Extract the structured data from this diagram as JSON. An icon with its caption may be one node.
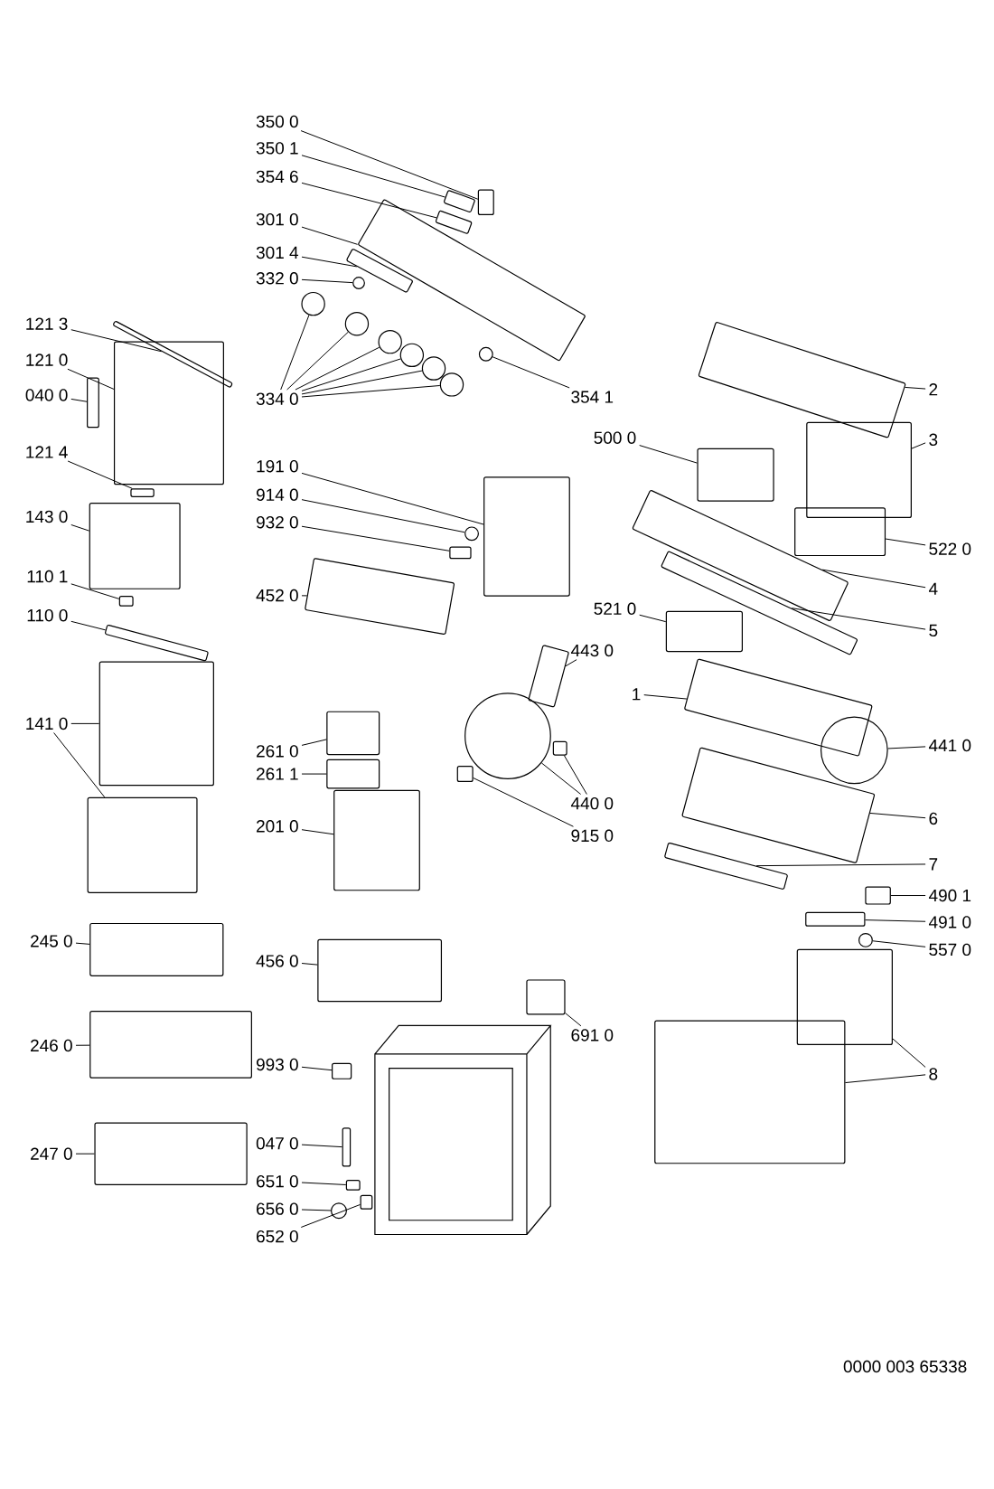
{
  "diagram": {
    "nodes": [
      {
        "text": [
          "350 0"
        ]
      },
      {
        "text": [],
        "shape": "box"
      },
      {
        "text": [
          "350 1"
        ]
      },
      {
        "text": [],
        "shape": "box"
      },
      {
        "text": [
          "354 6"
        ]
      },
      {
        "text": [],
        "shape": "box"
      },
      {
        "text": [
          "301 0"
        ]
      },
      {
        "text": [],
        "shape": "box"
      },
      {
        "text": [
          "301 4"
        ]
      },
      {
        "text": [],
        "shape": "box"
      },
      {
        "text": [
          "332 0"
        ]
      },
      {
        "text": [],
        "shape": "circle"
      },
      {
        "text": [
          "121 3"
        ]
      },
      {
        "text": [],
        "shape": "box"
      },
      {
        "text": [
          "121 0"
        ]
      },
      {
        "text": [],
        "shape": "box"
      },
      {
        "text": [
          "040 0"
        ]
      },
      {
        "text": [],
        "shape": "box"
      },
      {
        "text": [
          "334 0"
        ]
      },
      {
        "text": [],
        "shape": "circle"
      },
      {
        "text": [],
        "shape": "circle"
      },
      {
        "text": [],
        "shape": "circle"
      },
      {
        "text": [],
        "shape": "circle"
      },
      {
        "text": [],
        "shape": "circle"
      },
      {
        "text": [],
        "shape": "circle"
      },
      {
        "text": [
          "354 1"
        ]
      },
      {
        "text": [],
        "shape": "circle"
      },
      {
        "text": [
          "2"
        ]
      },
      {
        "text": [],
        "shape": "box"
      },
      {
        "text": [
          "3"
        ]
      },
      {
        "text": [],
        "shape": "box"
      },
      {
        "text": [
          "500 0"
        ]
      },
      {
        "text": [],
        "shape": "box"
      },
      {
        "text": [
          "121 4"
        ]
      },
      {
        "text": [],
        "shape": "box"
      },
      {
        "text": [
          "191 0"
        ]
      },
      {
        "text": [],
        "shape": "box"
      },
      {
        "text": [
          "914 0"
        ]
      },
      {
        "text": [],
        "shape": "circle"
      },
      {
        "text": [
          "143 0"
        ]
      },
      {
        "text": [],
        "shape": "box"
      },
      {
        "text": [
          "932 0"
        ]
      },
      {
        "text": [],
        "shape": "box"
      },
      {
        "text": [
          "522 0"
        ]
      },
      {
        "text": [],
        "shape": "box"
      },
      {
        "text": [
          "4"
        ]
      },
      {
        "text": [],
        "shape": "box"
      },
      {
        "text": [
          "110 1"
        ]
      },
      {
        "text": [],
        "shape": "box"
      },
      {
        "text": [
          "452 0"
        ]
      },
      {
        "text": [],
        "shape": "box"
      },
      {
        "text": [
          "521 0"
        ]
      },
      {
        "text": [],
        "shape": "box"
      },
      {
        "text": [
          "110 0"
        ]
      },
      {
        "text": [],
        "shape": "box"
      },
      {
        "text": [
          "5"
        ]
      },
      {
        "text": [],
        "shape": "box"
      },
      {
        "text": [
          "443 0"
        ]
      },
      {
        "text": [],
        "shape": "box"
      },
      {
        "text": [
          "1"
        ]
      },
      {
        "text": [],
        "shape": "box"
      },
      {
        "text": [
          "141 0"
        ]
      },
      {
        "text": [],
        "shape": "box"
      },
      {
        "text": [],
        "shape": "box"
      },
      {
        "text": [
          "441 0"
        ]
      },
      {
        "text": [],
        "shape": "circle"
      },
      {
        "text": [
          "261 0"
        ]
      },
      {
        "text": [],
        "shape": "box"
      },
      {
        "text": [
          "261 1"
        ]
      },
      {
        "text": [],
        "shape": "box"
      },
      {
        "text": [
          "440 0"
        ]
      },
      {
        "text": [],
        "shape": "circle"
      },
      {
        "text": [],
        "shape": "box"
      },
      {
        "text": [
          "6"
        ]
      },
      {
        "text": [],
        "shape": "box"
      },
      {
        "text": [
          "201 0"
        ]
      },
      {
        "text": [],
        "shape": "box"
      },
      {
        "text": [
          "915 0"
        ]
      },
      {
        "text": [],
        "shape": "box"
      },
      {
        "text": [
          "7"
        ]
      },
      {
        "text": [],
        "shape": "box"
      },
      {
        "text": [
          "490 1"
        ]
      },
      {
        "text": [],
        "shape": "box"
      },
      {
        "text": [
          "491 0"
        ]
      },
      {
        "text": [],
        "shape": "box"
      },
      {
        "text": [
          "245 0"
        ]
      },
      {
        "text": [],
        "shape": "box"
      },
      {
        "text": [
          "557 0"
        ]
      },
      {
        "text": [],
        "shape": "circle"
      },
      {
        "text": [
          "456 0"
        ]
      },
      {
        "text": [],
        "shape": "box"
      },
      {
        "text": [
          "691 0"
        ]
      },
      {
        "text": [],
        "shape": "box"
      },
      {
        "text": [
          "246 0"
        ]
      },
      {
        "text": [],
        "shape": "box"
      },
      {
        "text": [
          "993 0"
        ]
      },
      {
        "text": [],
        "shape": "box"
      },
      {
        "text": [
          "8"
        ]
      },
      {
        "text": [],
        "shape": "box"
      },
      {
        "text": [],
        "shape": "box"
      },
      {
        "text": [
          "047 0"
        ]
      },
      {
        "text": [],
        "shape": "box"
      },
      {
        "text": [
          "247 0"
        ]
      },
      {
        "text": [],
        "shape": "box"
      },
      {
        "text": [
          "651 0"
        ]
      },
      {
        "text": [],
        "shape": "box"
      },
      {
        "text": [
          "656 0"
        ]
      },
      {
        "text": [],
        "shape": "circle"
      },
      {
        "text": [
          "652 0"
        ]
      },
      {
        "text": [],
        "shape": "box"
      }
    ],
    "edges": [
      {
        "from": 0,
        "to": 1,
        "arrow": "none"
      },
      {
        "from": 2,
        "to": 3,
        "arrow": "none"
      },
      {
        "from": 4,
        "to": 5,
        "arrow": "none"
      },
      {
        "from": 6,
        "to": 7,
        "arrow": "none"
      },
      {
        "from": 8,
        "to": 9,
        "arrow": "none"
      },
      {
        "from": 10,
        "to": 11,
        "arrow": "none"
      },
      {
        "from": 12,
        "to": 13,
        "arrow": "none"
      },
      {
        "from": 14,
        "to": 15,
        "arrow": "none"
      },
      {
        "from": 16,
        "to": 17,
        "arrow": "none"
      },
      {
        "from": 18,
        "to": 19,
        "arrow": "none"
      },
      {
        "from": 18,
        "to": 20,
        "arrow": "none"
      },
      {
        "from": 18,
        "to": 21,
        "arrow": "none"
      },
      {
        "from": 18,
        "to": 22,
        "arrow": "none"
      },
      {
        "from": 18,
        "to": 23,
        "arrow": "none"
      },
      {
        "from": 18,
        "to": 24,
        "arrow": "none"
      },
      {
        "from": 25,
        "to": 26,
        "arrow": "none"
      },
      {
        "from": 27,
        "to": 28,
        "arrow": "none"
      },
      {
        "from": 29,
        "to": 30,
        "arrow": "none"
      },
      {
        "from": 31,
        "to": 32,
        "arrow": "none"
      },
      {
        "from": 33,
        "to": 34,
        "arrow": "none"
      },
      {
        "from": 35,
        "to": 36,
        "arrow": "none"
      },
      {
        "from": 37,
        "to": 38,
        "arrow": "none"
      },
      {
        "from": 39,
        "to": 40,
        "arrow": "none"
      },
      {
        "from": 41,
        "to": 42,
        "arrow": "none"
      },
      {
        "from": 43,
        "to": 44,
        "arrow": "none"
      },
      {
        "from": 45,
        "to": 46,
        "arrow": "none"
      },
      {
        "from": 47,
        "to": 48,
        "arrow": "none"
      },
      {
        "from": 49,
        "to": 50,
        "arrow": "none"
      },
      {
        "from": 51,
        "to": 52,
        "arrow": "none"
      },
      {
        "from": 53,
        "to": 54,
        "arrow": "none"
      },
      {
        "from": 55,
        "to": 56,
        "arrow": "none"
      },
      {
        "from": 57,
        "to": 58,
        "arrow": "none"
      },
      {
        "from": 59,
        "to": 60,
        "arrow": "none"
      },
      {
        "from": 61,
        "to": 62,
        "arrow": "none"
      },
      {
        "from": 61,
        "to": 63,
        "arrow": "none"
      },
      {
        "from": 64,
        "to": 65,
        "arrow": "none"
      },
      {
        "from": 66,
        "to": 67,
        "arrow": "none"
      },
      {
        "from": 68,
        "to": 69,
        "arrow": "none"
      },
      {
        "from": 70,
        "to": 71,
        "arrow": "none"
      },
      {
        "from": 70,
        "to": 72,
        "arrow": "none"
      },
      {
        "from": 73,
        "to": 74,
        "arrow": "none"
      },
      {
        "from": 75,
        "to": 76,
        "arrow": "none"
      },
      {
        "from": 77,
        "to": 78,
        "arrow": "none"
      },
      {
        "from": 79,
        "to": 80,
        "arrow": "none"
      },
      {
        "from": 81,
        "to": 82,
        "arrow": "none"
      },
      {
        "from": 83,
        "to": 84,
        "arrow": "none"
      },
      {
        "from": 85,
        "to": 86,
        "arrow": "none"
      },
      {
        "from": 87,
        "to": 88,
        "arrow": "none"
      },
      {
        "from": 89,
        "to": 90,
        "arrow": "none"
      },
      {
        "from": 91,
        "to": 92,
        "arrow": "none"
      },
      {
        "from": 93,
        "to": 94,
        "arrow": "none"
      },
      {
        "from": 95,
        "to": 96,
        "arrow": "none"
      },
      {
        "from": 97,
        "to": 98,
        "arrow": "none"
      },
      {
        "from": 97,
        "to": 99,
        "arrow": "none"
      },
      {
        "from": 100,
        "to": 101,
        "arrow": "none"
      },
      {
        "from": 102,
        "to": 103,
        "arrow": "none"
      },
      {
        "from": 104,
        "to": 105,
        "arrow": "none"
      },
      {
        "from": 106,
        "to": 107,
        "arrow": "none"
      },
      {
        "from": 108,
        "to": 109,
        "arrow": "none"
      }
    ],
    "labels": [
      "0000 003 65338"
    ]
  }
}
